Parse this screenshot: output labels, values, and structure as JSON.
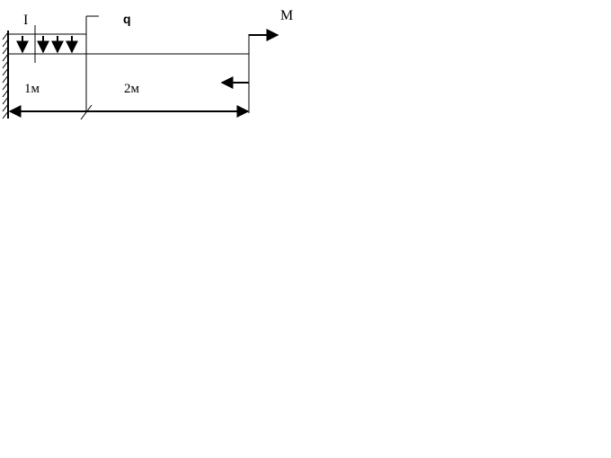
{
  "labels": {
    "section": "I",
    "load": "q",
    "moment": "M",
    "segment_left": "1м",
    "segment_right": "2м"
  },
  "colors": {
    "ink": "#000000",
    "background": "#ffffff"
  }
}
